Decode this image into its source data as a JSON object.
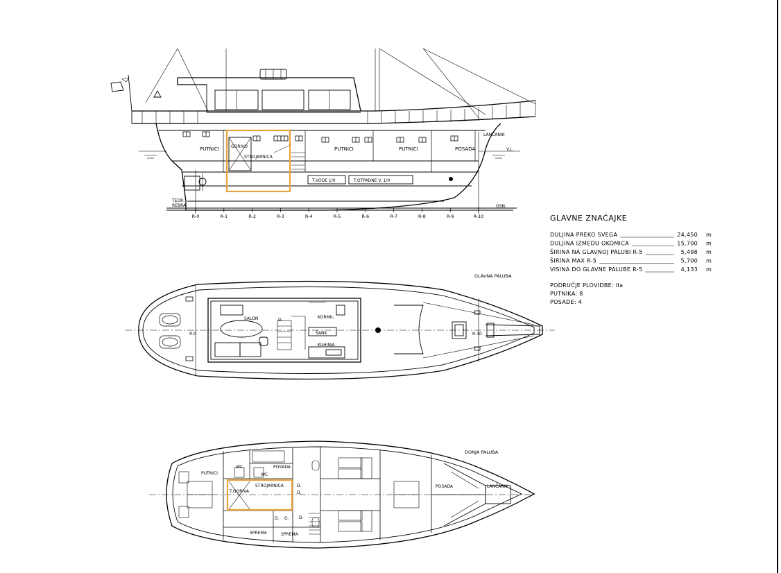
{
  "profile": {
    "labels": {
      "putnici_aft": "PUTNICI",
      "gorivo": "GORIVO",
      "strojarnica": "STROJARNICA",
      "putnici_mid": "PUTNICI",
      "putnici_fwd": "PUTNICI",
      "posada": "POSADA",
      "lancanik": "LANČANIK",
      "vl": "V.L.",
      "t_vode": "T.VODE 1/0",
      "t_otpadne": "T.OTPADNE V. 1/0",
      "teor": "TEOR.",
      "rebra": "REBRA",
      "osn": "OSN."
    },
    "frames": [
      "R-0",
      "R-1",
      "R-2",
      "R-3",
      "R-4",
      "R-5",
      "R-6",
      "R-7",
      "R-8",
      "R-9",
      "R-10"
    ]
  },
  "main_deck": {
    "title": "GLAVNA PALUBA",
    "labels": {
      "salon": "SALON",
      "kormil": "KORMIL.",
      "sank": "ŠANK",
      "kuhinja": "KUHINJA",
      "d": "D.",
      "r0": "R-0",
      "r10": "R-10"
    }
  },
  "lower_deck": {
    "title": "DONJA PALUBA",
    "labels": {
      "putnici": "PUTNICI",
      "wc1": "WC",
      "wc2": "WC",
      "posada_aft": "POSADA",
      "strojarnica": "STROJARNICA",
      "t_goriva": "T.GORIVA",
      "d1": "D.",
      "d2": "D.",
      "d3": "D.",
      "g": "G.",
      "d4": "D.",
      "sprema1": "SPREMA",
      "sprema2": "SPREMA",
      "posada_fwd": "POSADA",
      "lancanik": "LANČANIK"
    }
  },
  "specs": {
    "title": "GLAVNE ZNAČAJKE",
    "rows": [
      {
        "label": "DULJINA PREKO SVEGA",
        "value": "24,450",
        "unit": "m"
      },
      {
        "label": "DULJINA IZMEDU OKOMICA",
        "value": "15,700",
        "unit": "m"
      },
      {
        "label": "ŠIRINA NA GLAVNOJ PALUBI R-5",
        "value": "5,498",
        "unit": "m"
      },
      {
        "label": "ŠIRINA MAX R-5",
        "value": "5,700",
        "unit": "m"
      },
      {
        "label": "VISINA DO GLAVNE PALUBE R-5",
        "value": "4,133",
        "unit": "m"
      }
    ],
    "extra": [
      "PODRUČJE PLOVIDBE: IIa",
      "PUTNIKA: 8",
      "POSADE: 4"
    ]
  },
  "colors": {
    "highlight": "#e8a33d",
    "line": "#000000",
    "background": "#ffffff"
  }
}
